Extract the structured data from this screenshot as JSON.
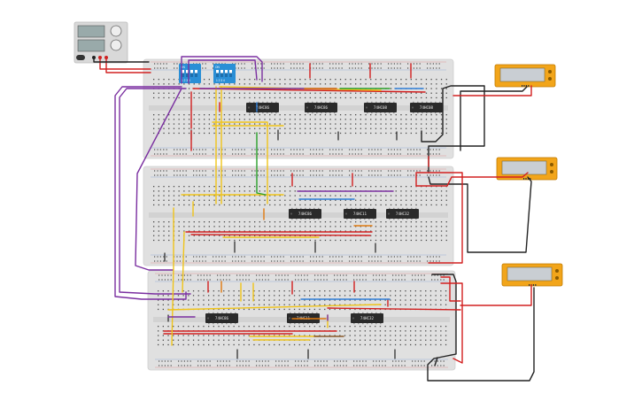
{
  "colors": {
    "breadboard": "#e0e0e0",
    "breadboard_edge": "#cfcfcf",
    "hole": "#4a4a4a",
    "rail_red": "#d33",
    "rail_blue": "#36c",
    "chip": "#2a2a2a",
    "dip_switch": "#2a8fd6",
    "display_body": "#f2a51a",
    "display_screen": "#c9ced3",
    "psu_body": "#d9d9d9",
    "wire_red": "#d22020",
    "wire_black": "#222222",
    "wire_yellow": "#f0c419",
    "wire_purple": "#7a2fa0",
    "wire_green": "#2aa02a",
    "wire_blue": "#2f7fd8",
    "wire_orange": "#e07a10",
    "wire_brown": "#8a5a2a"
  },
  "power_supply": {
    "icon": "power-supply-icon",
    "channels": 2
  },
  "dip_switches": [
    {
      "label": "ON",
      "positions": "1 2 3 4"
    },
    {
      "label": "ON",
      "positions": "1 2 3 4"
    }
  ],
  "boards": [
    {
      "chips": [
        {
          "label": "74HC86"
        },
        {
          "label": "74HC86"
        },
        {
          "label": "74HC08"
        },
        {
          "label": "74HC08"
        }
      ]
    },
    {
      "chips": [
        {
          "label": "74HC86"
        },
        {
          "label": "74HC11"
        },
        {
          "label": "74HC32"
        }
      ]
    },
    {
      "chips": [
        {
          "label": "74HC86"
        },
        {
          "label": "74HC11"
        },
        {
          "label": "74HC32"
        }
      ]
    }
  ],
  "displays": [
    {
      "icon": "lcd-display-icon"
    },
    {
      "icon": "lcd-display-icon"
    },
    {
      "icon": "lcd-display-icon"
    }
  ]
}
